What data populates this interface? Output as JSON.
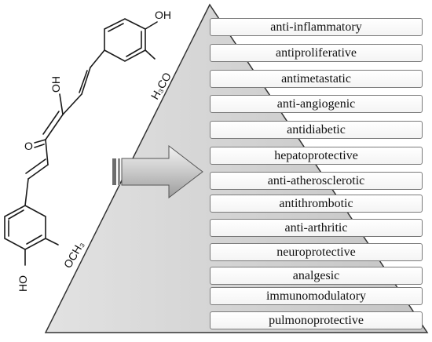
{
  "molecule": {
    "labels": {
      "oh_top": "OH",
      "methoxy_top": "H₃CO",
      "enol_oh": "OH",
      "ketone_o": "O",
      "methoxy_bottom": "OCH₃",
      "ho_bottom": "HO"
    }
  },
  "properties": [
    "anti-inflammatory",
    "antiproliferative",
    "antimetastatic",
    "anti-angiogenic",
    "antidiabetic",
    "hepatoprotective",
    "anti-atherosclerotic",
    "antithrombotic",
    "anti-arthritic",
    "neuroprotective",
    "analgesic",
    "immunomodulatory",
    "pulmonoprotective"
  ],
  "colors": {
    "pyramid_fill": "#d0d0d0",
    "pyramid_stroke": "#333333",
    "arrow_fill": "#c8c8c8",
    "box_border": "#7a7a7a"
  }
}
